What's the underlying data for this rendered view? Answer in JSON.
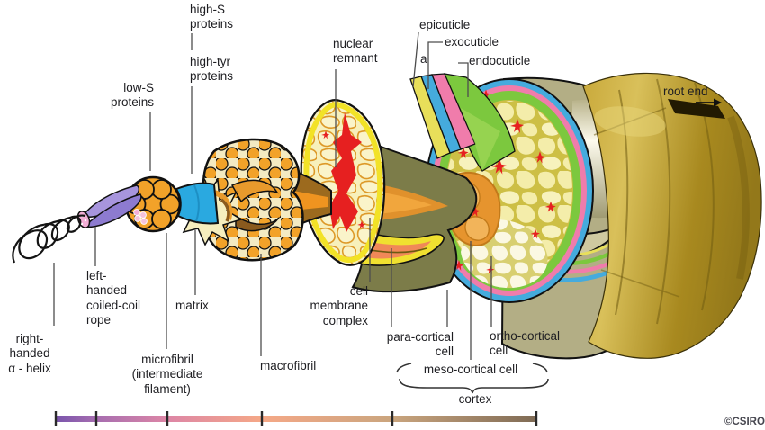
{
  "figure": {
    "credit": "©CSIRO",
    "root_end_label": "root end"
  },
  "labels": {
    "high_s": [
      "high-S",
      "proteins"
    ],
    "high_tyr": [
      "high-tyr",
      "proteins"
    ],
    "low_s": [
      "low-S",
      "proteins"
    ],
    "nuclear_remnant": [
      "nuclear",
      "remnant"
    ],
    "epicuticle": "epicuticle",
    "exocuticle": "exocuticle",
    "a_layer": "a",
    "endocuticle": "endocuticle",
    "right_handed_helix": [
      "right-",
      "handed",
      "α - helix"
    ],
    "left_handed_rope": [
      "left-",
      "handed",
      "coiled-coil",
      "rope"
    ],
    "matrix": "matrix",
    "microfibril": [
      "microfibril",
      "(intermediate",
      "filament)"
    ],
    "macrofibril": "macrofibril",
    "cell_membrane_complex": [
      "cell",
      "membrane",
      "complex"
    ],
    "para_cortical": [
      "para-cortical",
      "cell"
    ],
    "ortho_cortical": [
      "ortho-cortical",
      "cell"
    ],
    "meso_cortical": "meso-cortical cell",
    "cortex": "cortex"
  },
  "scale_bar": {
    "colors": [
      "#7a55ac",
      "#a66db0",
      "#dd86a6",
      "#f5a887",
      "#caa57e",
      "#7f6b55"
    ]
  },
  "palette": {
    "rope_purple": "#8d7bd0",
    "rope_purple_light": "#a795dd",
    "cap_pink": "#f3aed6",
    "microfibril_orange": "#f2a229",
    "cone_blue": "#2aa9e0",
    "matrix_cream": "#f6eebe",
    "macrofibril_bg": "#f3eac2",
    "cone_brown": "#9c6a1e",
    "cone_core_orange": "#ef9420",
    "section_border_yellow": "#f2e227",
    "section_fill": "#f7f0bb",
    "nuclear_red": "#e62020",
    "funnel_olive": "#7c7c49",
    "meso_cone_orange": "#e0912c",
    "cmc_salmon": "#f08858",
    "cuticle_epicuticle_yellow": "#e8df5a",
    "cuticle_a_blue": "#45abdd",
    "cuticle_exo_pink": "#f07cab",
    "cuticle_endo_green": "#7cc83e",
    "cortex_yellow": "#cdbf45",
    "meso_orange": "#e6942e",
    "fiber_khaki": "#b3ae85",
    "leader_line": "#4d4d4d"
  }
}
